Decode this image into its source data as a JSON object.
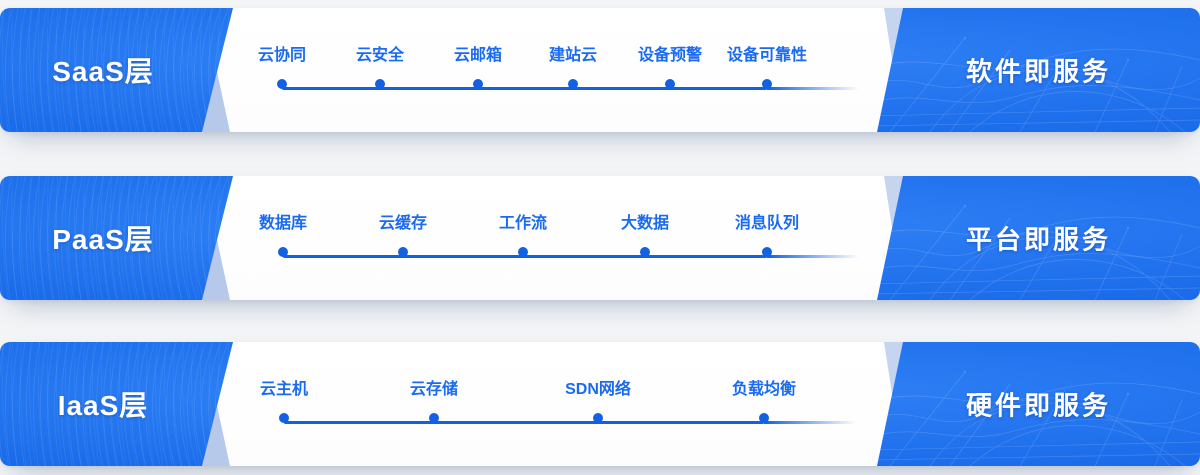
{
  "diagram_title": "Cloud service layers (SaaS / PaaS / IaaS)",
  "colors": {
    "primary_blue": "#1565e6",
    "deep_blue": "#0c55d4",
    "line_blue": "#1161e2",
    "item_label_blue": "#1a6bf0",
    "accent_sliver": "#b7c9eb",
    "card_white": "#ffffff",
    "page_background": "#eef0f3"
  },
  "rows": [
    {
      "id": "saas",
      "layer_label": "SaaS层",
      "service_label": "软件即服务",
      "items": [
        "云协同",
        "云安全",
        "云邮箱",
        "建站云",
        "设备预警",
        "设备可靠性"
      ]
    },
    {
      "id": "paas",
      "layer_label": "PaaS层",
      "service_label": "平台即服务",
      "items": [
        "数据库",
        "云缓存",
        "工作流",
        "大数据",
        "消息队列"
      ]
    },
    {
      "id": "iaas",
      "layer_label": "IaaS层",
      "service_label": "硬件即服务",
      "items": [
        "云主机",
        "云存储",
        "SDN网络",
        "负载均衡"
      ]
    }
  ]
}
